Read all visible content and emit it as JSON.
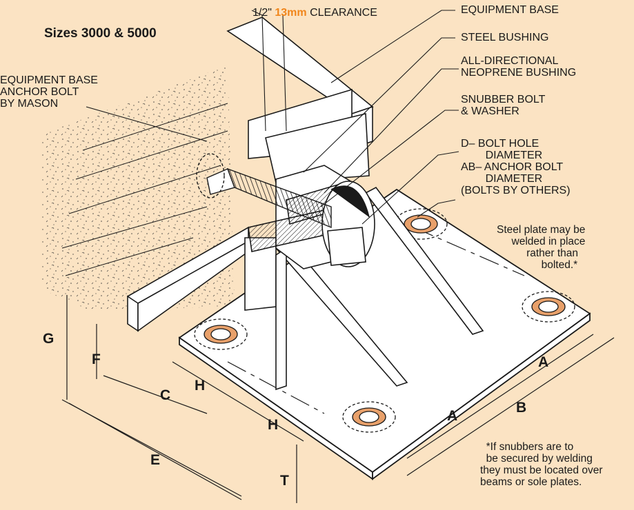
{
  "title": "Sizes 3000 & 5000",
  "clearance": {
    "prefix": "1/2\"",
    "metric": "13mm",
    "suffix": "CLEARANCE"
  },
  "labels": {
    "equipment_base": "EQUIPMENT BASE",
    "steel_bushing": "STEEL BUSHING",
    "neoprene_bushing": "ALL-DIRECTIONAL\nNEOPRENE BUSHING",
    "snubber_bolt": "SNUBBER BOLT\n& WASHER",
    "bolt_hole": "D– BOLT HOLE\n        DIAMETER\nAB– ANCHOR BOLT\n        DIAMETER\n(BOLTS BY OTHERS)",
    "anchor_bolt": "EQUIPMENT BASE\nANCHOR BOLT\nBY MASON"
  },
  "plate_note": "Steel plate may be\n     welded in place\n          rather than\n               bolted.*",
  "footnote": "  *If snubbers are to\n  be secured by welding\nthey must be located over\nbeams or sole plates.",
  "dimensions": {
    "G": "G",
    "F": "F",
    "C": "C",
    "H1": "H",
    "H2": "H",
    "E": "E",
    "T": "T",
    "A1": "A",
    "A2": "A",
    "B": "B"
  },
  "colors": {
    "background": "#fbe3c3",
    "accent": "#f0861c",
    "line": "#1a1a1a",
    "metal": "#ffffff",
    "pad": "#e8a06a"
  }
}
